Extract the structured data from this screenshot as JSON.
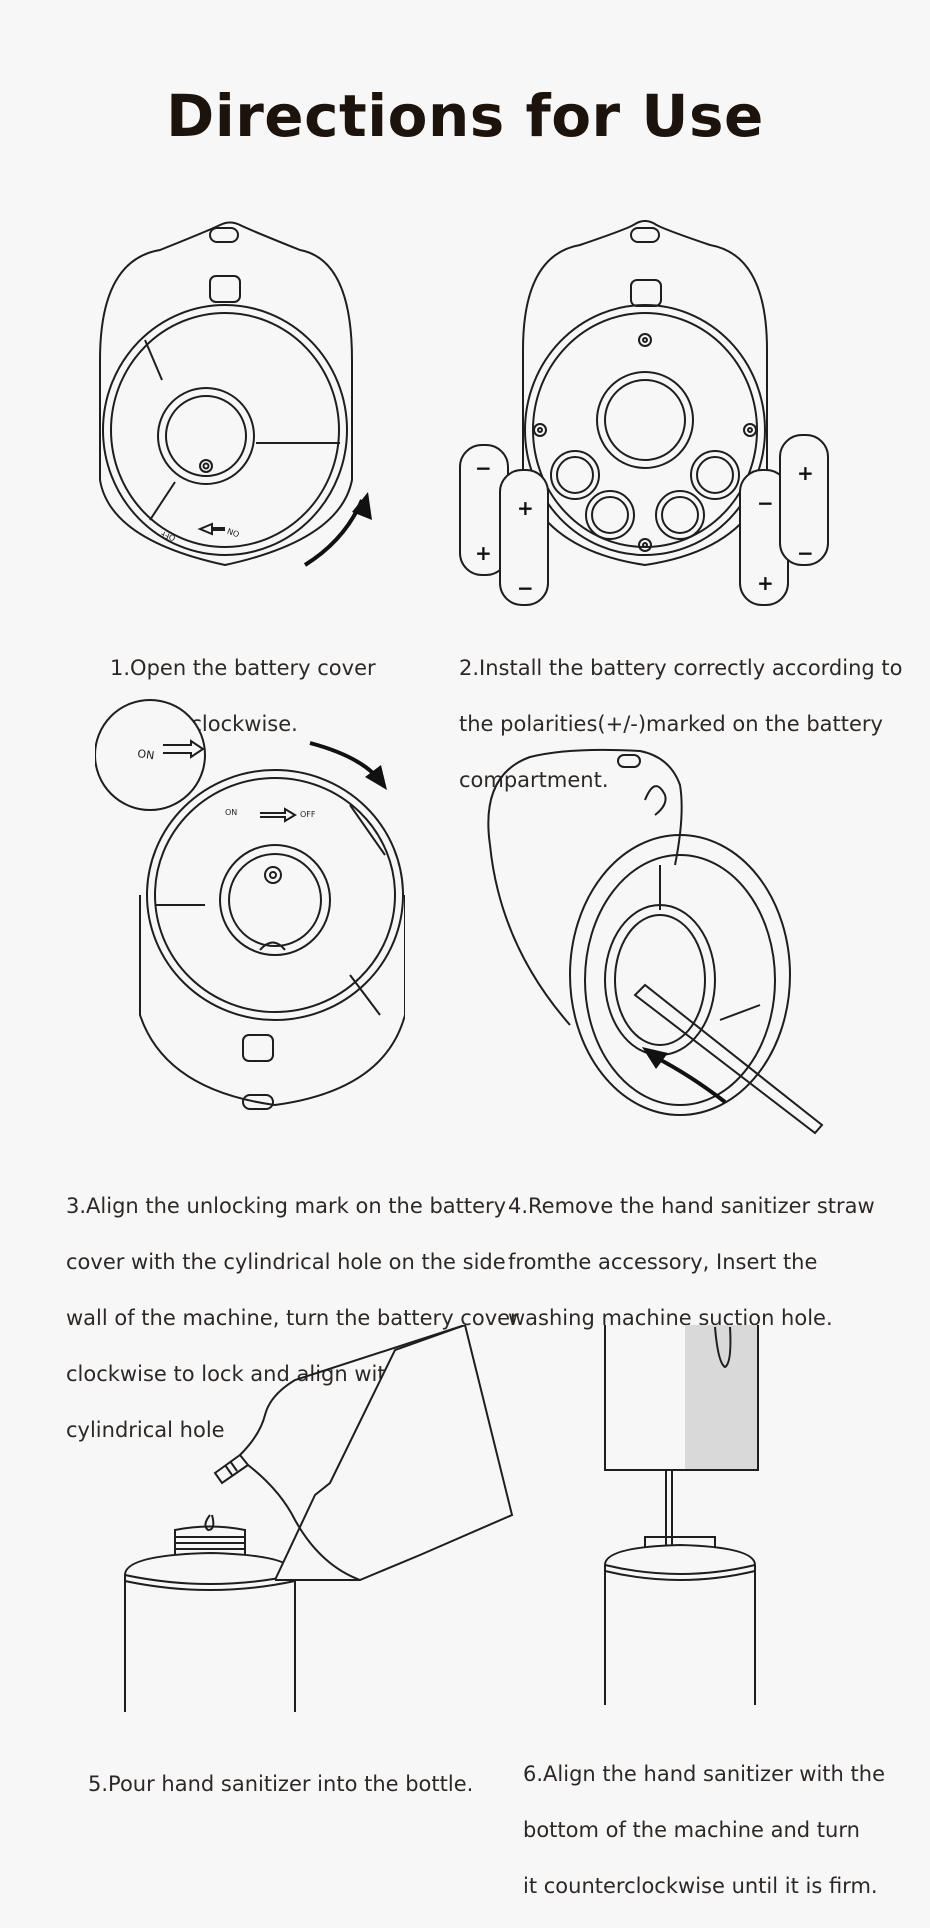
{
  "title": "Directions for Use",
  "steps": [
    {
      "lines": [
        "1.Open the battery cover",
        "counterclockwise."
      ]
    },
    {
      "lines": [
        "2.Install the battery correctly according to",
        "the polarities(+/-)marked on the battery",
        "compartment."
      ]
    },
    {
      "lines": [
        "3.Align the unlocking mark on the battery",
        "cover with the cylindrical hole on the side",
        "wall of the machine, turn the battery cover",
        "clockwise to lock and align with the",
        "cylindrical hole"
      ]
    },
    {
      "lines": [
        "4.Remove the hand sanitizer straw",
        "fromthe accessory, Insert the",
        "washing machine suction hole."
      ]
    },
    {
      "lines": [
        "5.Pour hand sanitizer into the bottle."
      ]
    },
    {
      "lines": [
        "6.Align the hand sanitizer with the",
        "bottom of the machine and turn",
        "it counterclockwise until it is firm."
      ]
    }
  ],
  "marks": {
    "on": "ON",
    "off": "OFF",
    "plus": "+",
    "minus": "−"
  },
  "colors": {
    "background": "#f7f7f7",
    "title": "#1d130d",
    "line": "#1e1e1e",
    "shade": "#d9d9d9"
  }
}
